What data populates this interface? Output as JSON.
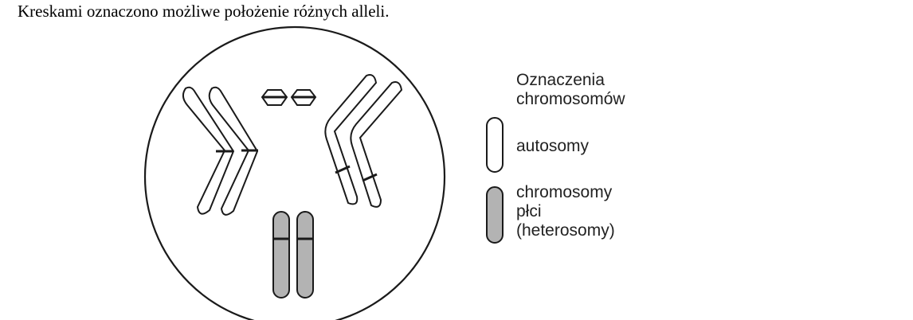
{
  "caption": "Kreskami oznaczono możliwe położenie różnych alleli.",
  "legend": {
    "title_line1": "Oznaczenia",
    "title_line2": "chromosomów",
    "autosome_label": "autosomy",
    "sex_line1": "chromosomy",
    "sex_line2": "płci",
    "sex_line3": "(heterosomy)"
  },
  "colors": {
    "outline": "#1a1a1a",
    "autosome_fill": "#ffffff",
    "heterosome_fill": "#b3b3b3"
  }
}
